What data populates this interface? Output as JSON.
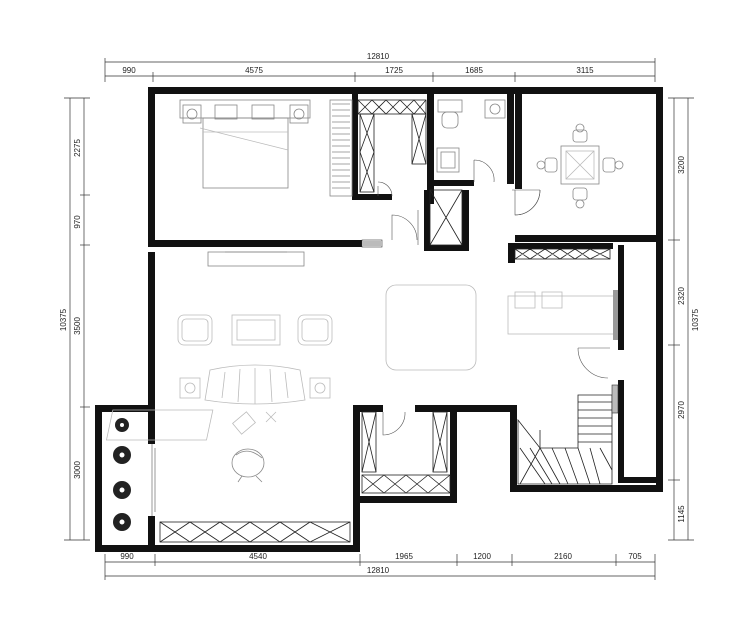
{
  "dimensions": {
    "top_total": "12810",
    "top_segments": [
      "990",
      "4575",
      "1725",
      "1685",
      "3115"
    ],
    "bottom_total": "12810",
    "bottom_segments": [
      "990",
      "4540",
      "1965",
      "1200",
      "2160",
      "705"
    ],
    "left_total": "10375",
    "left_segments": [
      "2275",
      "970",
      "3500",
      "3000"
    ],
    "right_total": "10375",
    "right_segments": [
      "3200",
      "2320",
      "2970",
      "1145"
    ]
  },
  "colors": {
    "wall": "#111111",
    "furniture": "#888888",
    "light_furniture": "#bbbbbb",
    "text": "#222222"
  }
}
